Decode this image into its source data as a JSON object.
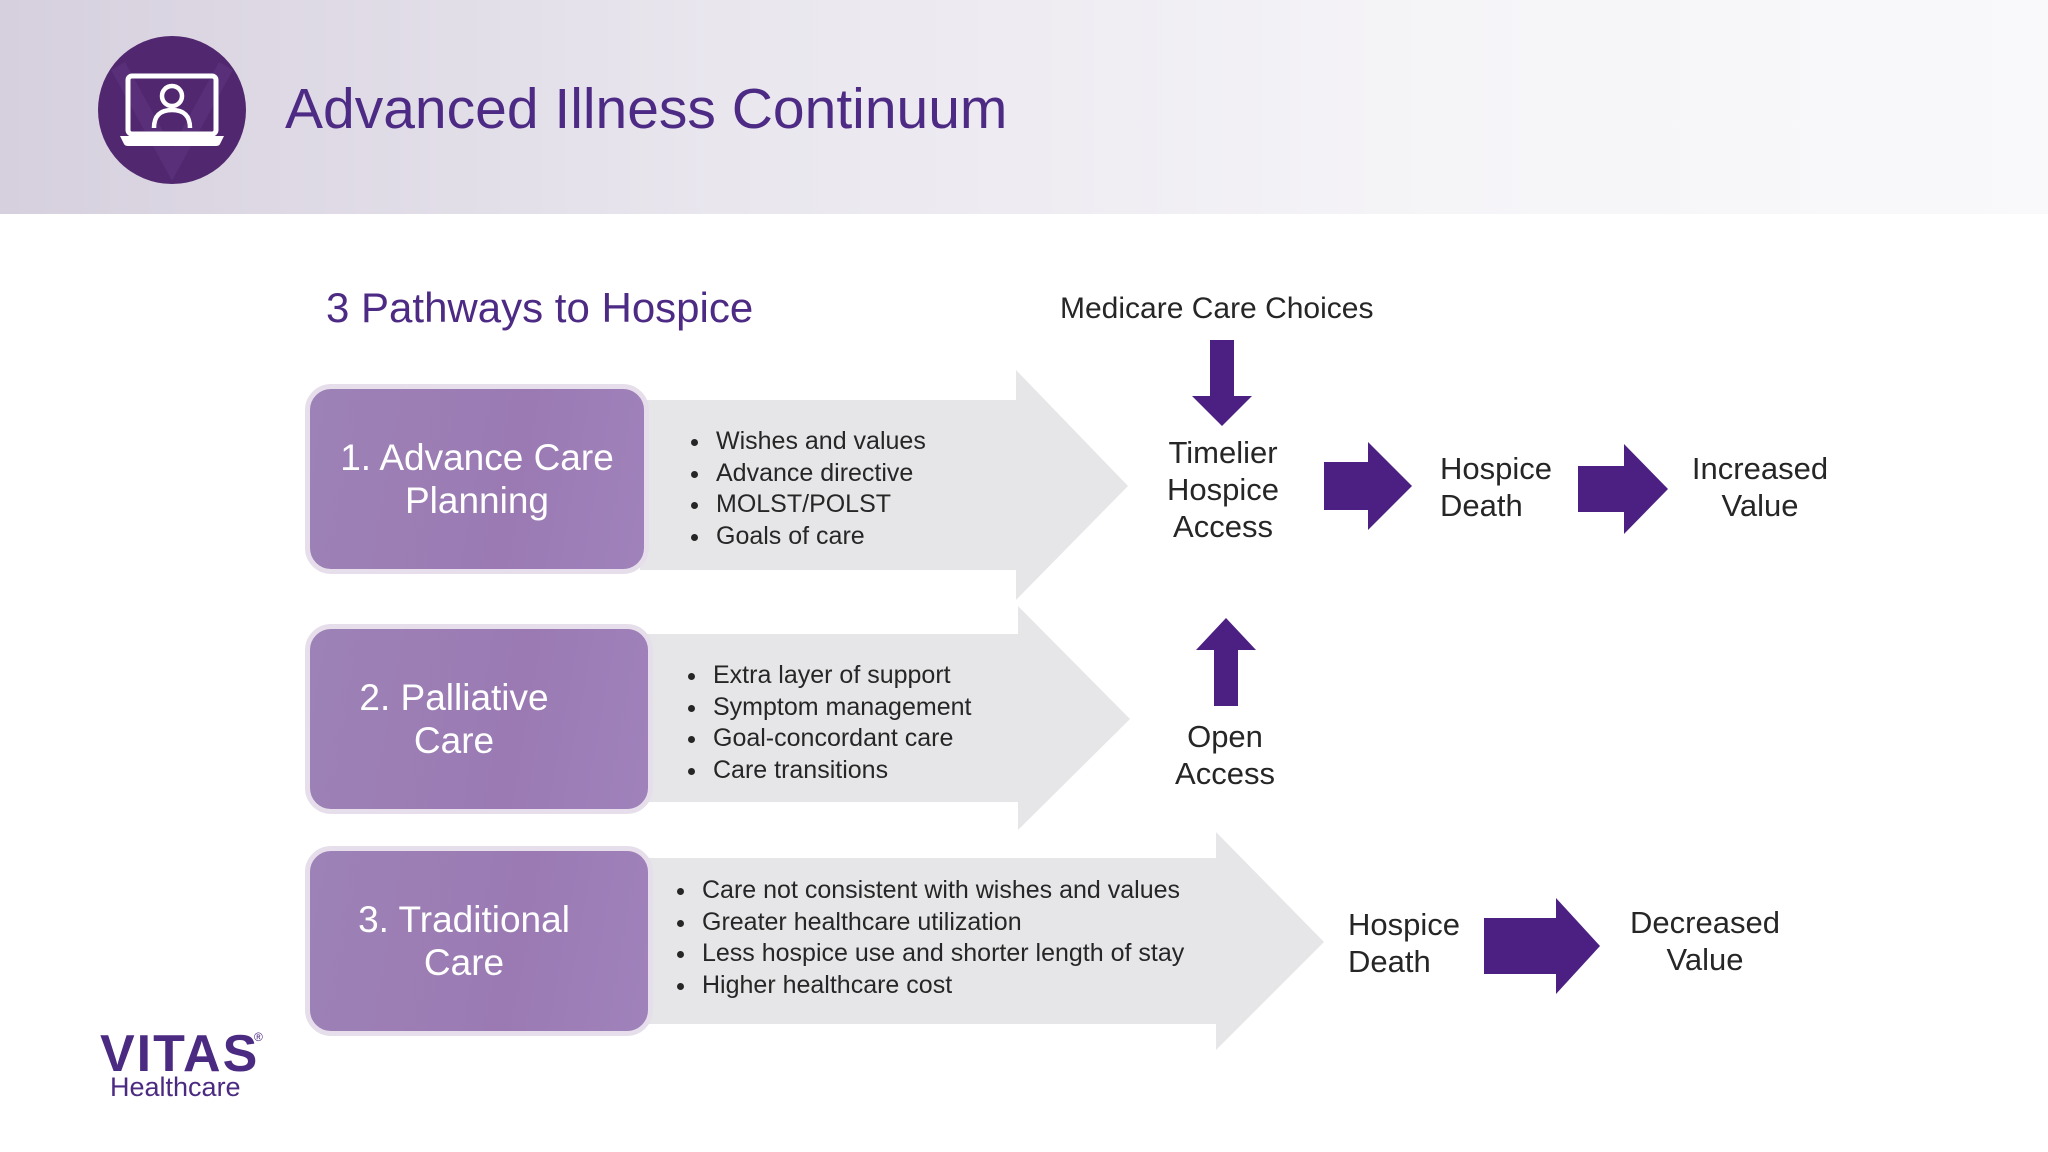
{
  "header": {
    "title": "Advanced Illness Continuum",
    "icon": "laptop-user-icon",
    "brand_color": "#51286f"
  },
  "subtitle": "3 Pathways to Hospice",
  "pathways": [
    {
      "label": "1. Advance Care\nPlanning",
      "bullets": [
        "Wishes and values",
        "Advance directive",
        "MOLST/POLST",
        "Goals of care"
      ]
    },
    {
      "label": "2. Palliative\nCare",
      "bullets": [
        "Extra layer of support",
        "Symptom management",
        "Goal-concordant care",
        "Care transitions"
      ]
    },
    {
      "label": "3. Traditional\nCare",
      "bullets": [
        "Care not consistent with wishes and values",
        "Greater healthcare utilization",
        "Less hospice use and shorter length of stay",
        "Higher healthcare cost"
      ]
    }
  ],
  "flow": {
    "medicare_care_choices": "Medicare Care Choices",
    "timelier_hospice_access": "Timelier\nHospice\nAccess",
    "open_access": "Open\nAccess",
    "hospice_death_top": "Hospice\nDeath",
    "increased_value": "Increased\nValue",
    "hospice_death_bottom": "Hospice\nDeath",
    "decreased_value": "Decreased\nValue"
  },
  "colors": {
    "title": "#4d2a84",
    "arrow": "#4b2082",
    "box": "#9b7ab3",
    "chevron": "#e6e6e8"
  },
  "logo": {
    "name": "VITAS",
    "registered": "®",
    "sub": "Healthcare"
  }
}
